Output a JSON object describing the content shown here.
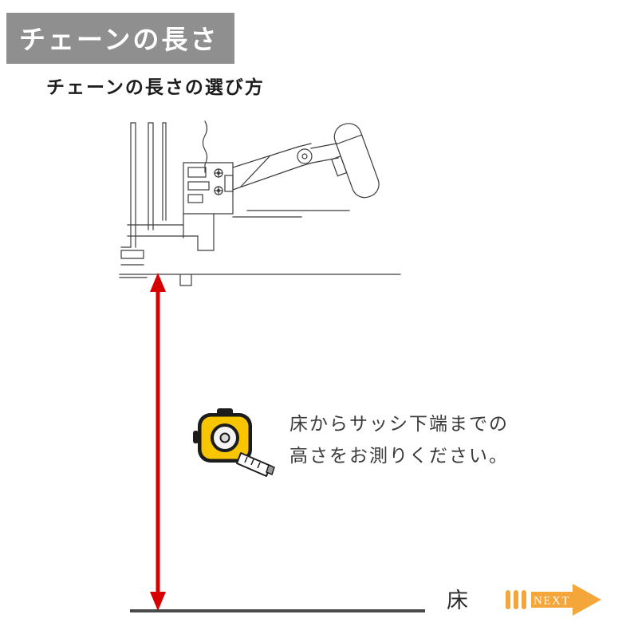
{
  "page": {
    "title_badge": "チェーンの長さ",
    "subtitle": "チェーンの長さの選び方",
    "instruction_line1": "床からサッシ下端までの",
    "instruction_line2": "高さをお測りください。",
    "floor_label": "床",
    "next_label": "NEXT"
  },
  "colors": {
    "badge_gray": "#8f8f8f",
    "measure_arrow_red": "#d60000",
    "next_orange": "#f4a63b",
    "tape_yellow": "#f7c600",
    "floor_line_dark": "#4a4a4a",
    "diagram_line": "#3c3c3c"
  }
}
